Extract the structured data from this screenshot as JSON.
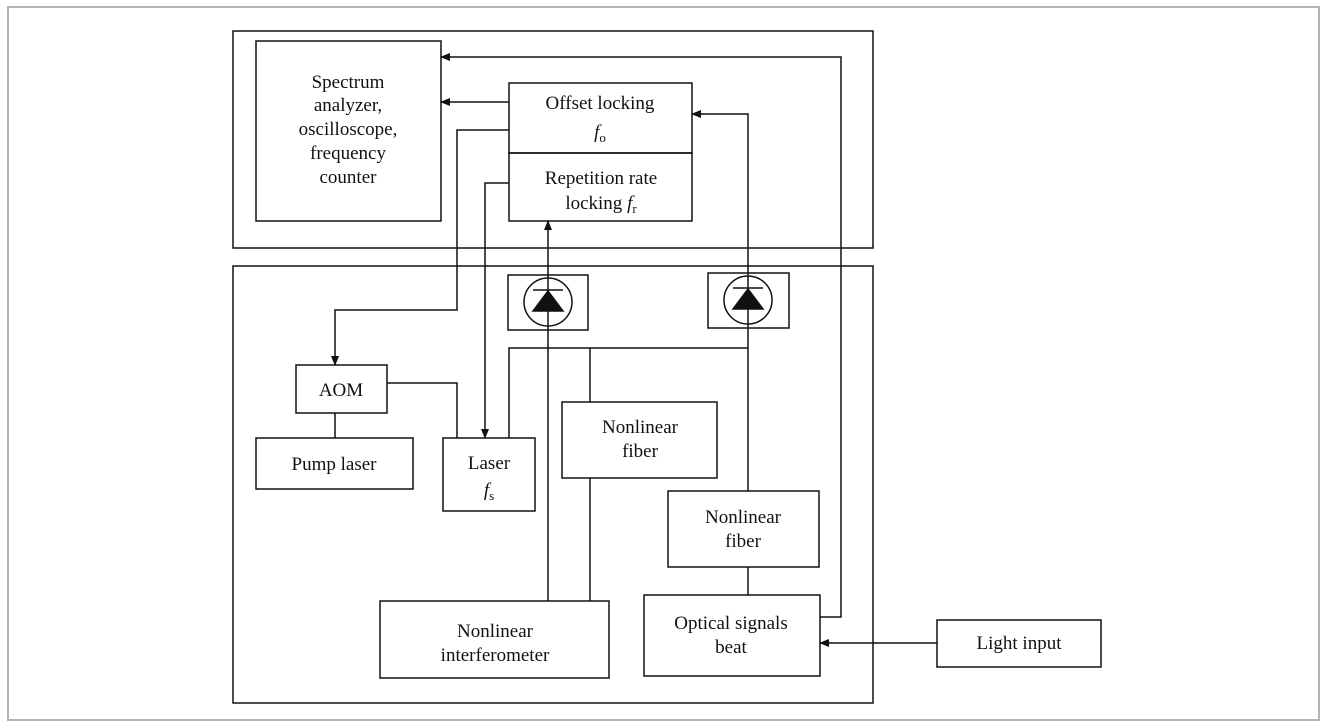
{
  "blocks": {
    "spectrum_analyzer": [
      "Spectrum",
      "analyzer,",
      "oscilloscope,",
      "frequency",
      "counter"
    ],
    "offset_locking": {
      "line1": "Offset locking",
      "symbol": "f",
      "subscript": "o"
    },
    "repetition_rate_locking": {
      "line1": "Repetition rate",
      "line2": "locking ",
      "symbol": "f",
      "subscript": "r"
    },
    "aom": "AOM",
    "pump_laser": "Pump laser",
    "laser": {
      "line1": "Laser",
      "symbol": "f",
      "subscript": "s"
    },
    "nonlinear_fiber_1": [
      "Nonlinear",
      "fiber"
    ],
    "nonlinear_fiber_2": [
      "Nonlinear",
      "fiber"
    ],
    "nonlinear_interferometer": [
      "Nonlinear",
      "interferometer"
    ],
    "optical_signals_beat": [
      "Optical signals",
      "beat"
    ],
    "light_input": "Light input"
  },
  "icons": [
    "photodiode-icon",
    "photodiode-icon"
  ],
  "colors": {
    "stroke": "#111111",
    "outer_frame": "#b3b3b3"
  }
}
